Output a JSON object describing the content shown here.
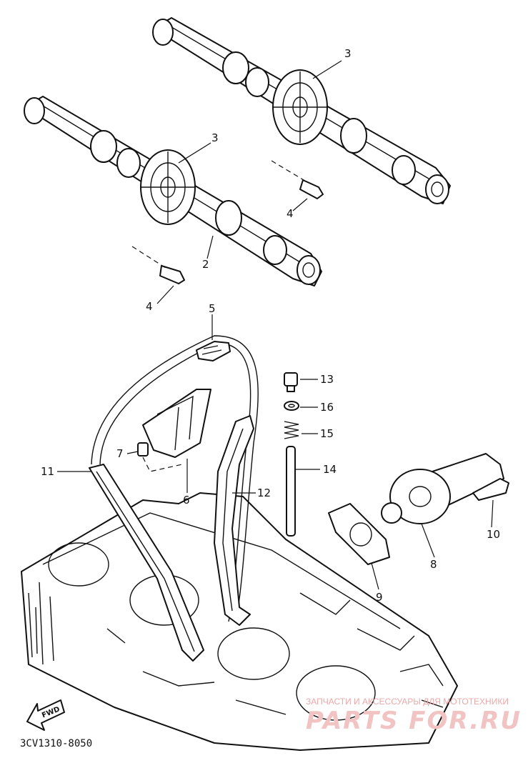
{
  "diagram_code": "3CV1310-8050",
  "fwd_label": "FWD",
  "watermark": {
    "line1": "ЗАПЧАСТИ И АКСЕССУАРЫ ДЛЯ МОТОТЕХНИКИ",
    "line2": "PARTS FOR.RU"
  },
  "callouts": [
    {
      "id": "c3a",
      "text": "3"
    },
    {
      "id": "c3b",
      "text": "3"
    },
    {
      "id": "c2",
      "text": "2"
    },
    {
      "id": "c4a",
      "text": "4"
    },
    {
      "id": "c4b",
      "text": "4"
    },
    {
      "id": "c5",
      "text": "5"
    },
    {
      "id": "c13",
      "text": "13"
    },
    {
      "id": "c16",
      "text": "16"
    },
    {
      "id": "c15",
      "text": "15"
    },
    {
      "id": "c14",
      "text": "14"
    },
    {
      "id": "c11",
      "text": "11"
    },
    {
      "id": "c12",
      "text": "12"
    },
    {
      "id": "c7",
      "text": "7"
    },
    {
      "id": "c6",
      "text": "6"
    },
    {
      "id": "c8",
      "text": "8"
    },
    {
      "id": "c9",
      "text": "9"
    },
    {
      "id": "c10",
      "text": "10"
    }
  ]
}
